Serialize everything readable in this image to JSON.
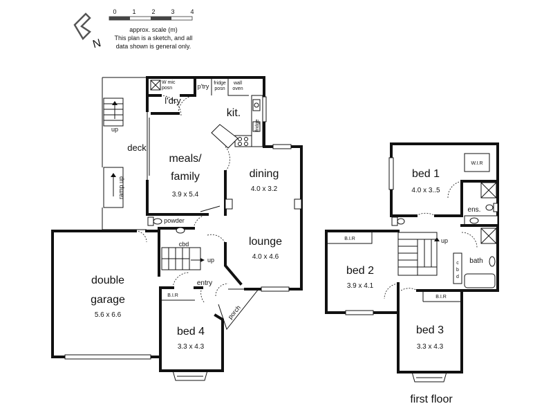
{
  "legend": {
    "scale_ticks": [
      "0",
      "1",
      "2",
      "3",
      "4"
    ],
    "scale_label": "approx. scale (m)",
    "disclaimer_line1": "This plan is a sketch, and all",
    "disclaimer_line2": "data shown is general only.",
    "north_label": "N"
  },
  "ground_floor": {
    "rooms": {
      "kitchen": {
        "name": "kit."
      },
      "laundry": {
        "name": "l'dry"
      },
      "pantry": {
        "name": "p'try"
      },
      "fridge": {
        "name_line1": "fridge",
        "name_line2": "posn"
      },
      "wall_oven": {
        "name_line1": "wall",
        "name_line2": "oven"
      },
      "w_mic": {
        "name_line1": "W mic",
        "name_line2": "posn"
      },
      "fridge_label": {
        "name": "fridge"
      },
      "meals_family": {
        "name_line1": "meals/",
        "name_line2": "family",
        "size": "3.9 x 5.4"
      },
      "dining": {
        "name": "dining",
        "size": "4.0 x 3.2"
      },
      "lounge": {
        "name": "lounge",
        "size": "4.0 x 4.6"
      },
      "deck": {
        "name": "deck"
      },
      "powder": {
        "name": "powder"
      },
      "cbd": {
        "name": "cbd"
      },
      "entry": {
        "name": "entry"
      },
      "porch": {
        "name": "porch"
      },
      "double_garage": {
        "name_line1": "double",
        "name_line2": "garage",
        "size": "5.6 x 6.6"
      },
      "bed4": {
        "name": "bed 4",
        "size": "3.3 x 4.3",
        "robe": "B.I.R"
      }
    },
    "stairs_up": "up",
    "deck_steps_up": "up",
    "ramp_label": "ramp up"
  },
  "first_floor": {
    "title": "first floor",
    "rooms": {
      "bed1": {
        "name": "bed 1",
        "size": "4.0 x 3..5"
      },
      "wir": {
        "name": "W.I.R"
      },
      "ensuite": {
        "name": "ens."
      },
      "bath": {
        "name": "bath"
      },
      "cbd": {
        "name_line1": "c",
        "name_line2": "b",
        "name_line3": "d"
      },
      "bed2": {
        "name": "bed 2",
        "size": "3.9 x 4.1",
        "robe": "B.I.R"
      },
      "bed3": {
        "name": "bed 3",
        "size": "3.3 x 4.3",
        "robe": "B.I.R"
      }
    },
    "stairs_up": "up"
  }
}
